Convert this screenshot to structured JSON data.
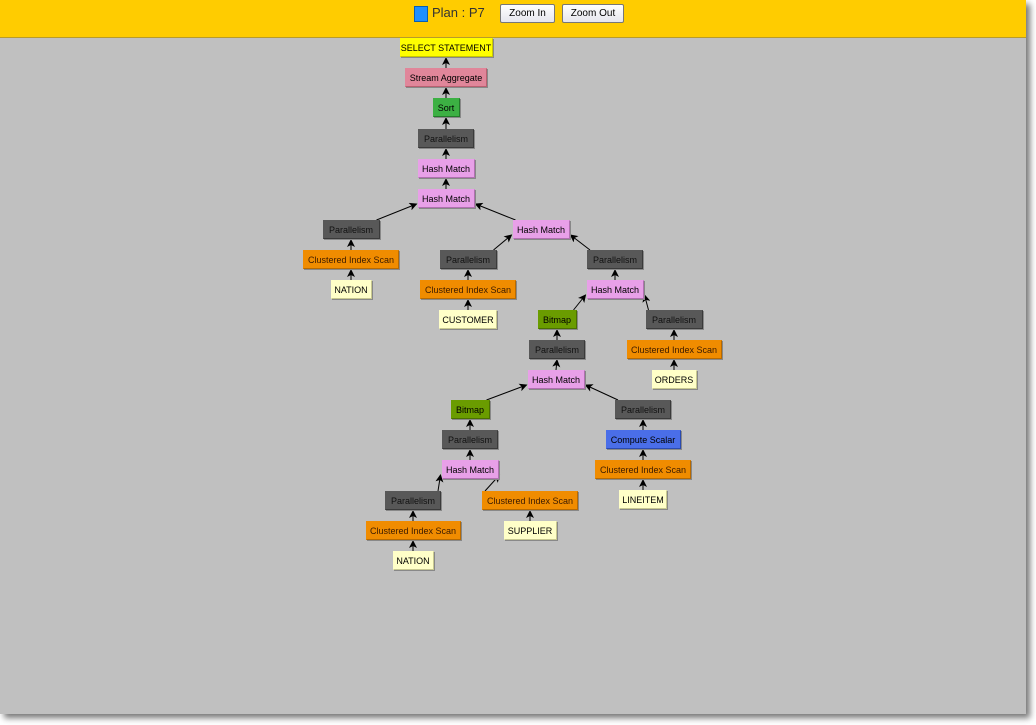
{
  "header": {
    "plan_label": "Plan : P7",
    "zoom_in_label": "Zoom In",
    "zoom_out_label": "Zoom Out"
  },
  "node_colors": {
    "select": {
      "bg": "#ffff00",
      "border": "#c8c800",
      "fg": "#000000"
    },
    "aggregate": {
      "bg": "#e0869a",
      "border": "#b86070",
      "fg": "#000000"
    },
    "sort": {
      "bg": "#3cb043",
      "border": "#237a2a",
      "fg": "#000000"
    },
    "parallelism": {
      "bg": "#585858",
      "border": "#3a3a3a",
      "fg": "#111111"
    },
    "hash": {
      "bg": "#e8a0e8",
      "border": "#b070b0",
      "fg": "#000000"
    },
    "scan": {
      "bg": "#f08c00",
      "border": "#b86a00",
      "fg": "#3a1a00"
    },
    "table": {
      "bg": "#ffffc8",
      "border": "#c8c890",
      "fg": "#000000"
    },
    "bitmap": {
      "bg": "#6a9c00",
      "border": "#4a7000",
      "fg": "#000000"
    },
    "compute": {
      "bg": "#4a6ee8",
      "border": "#2a4ab0",
      "fg": "#000000"
    }
  },
  "nodes": [
    {
      "label": "SELECT STATEMENT",
      "type": "select"
    },
    {
      "label": "Stream Aggregate",
      "type": "aggregate"
    },
    {
      "label": "Sort",
      "type": "sort"
    },
    {
      "label": "Parallelism",
      "type": "parallelism"
    },
    {
      "label": "Hash Match",
      "type": "hash"
    },
    {
      "label": "Hash Match",
      "type": "hash"
    },
    {
      "label": "Parallelism",
      "type": "parallelism"
    },
    {
      "label": "Hash Match",
      "type": "hash"
    },
    {
      "label": "Clustered Index Scan",
      "type": "scan"
    },
    {
      "label": "NATION",
      "type": "table"
    },
    {
      "label": "Parallelism",
      "type": "parallelism"
    },
    {
      "label": "Parallelism",
      "type": "parallelism"
    },
    {
      "label": "Clustered Index Scan",
      "type": "scan"
    },
    {
      "label": "CUSTOMER",
      "type": "table"
    },
    {
      "label": "Hash Match",
      "type": "hash"
    },
    {
      "label": "Bitmap",
      "type": "bitmap"
    },
    {
      "label": "Parallelism",
      "type": "parallelism"
    },
    {
      "label": "Parallelism",
      "type": "parallelism"
    },
    {
      "label": "Clustered Index Scan",
      "type": "scan"
    },
    {
      "label": "Hash Match",
      "type": "hash"
    },
    {
      "label": "ORDERS",
      "type": "table"
    },
    {
      "label": "Bitmap",
      "type": "bitmap"
    },
    {
      "label": "Parallelism",
      "type": "parallelism"
    },
    {
      "label": "Parallelism",
      "type": "parallelism"
    },
    {
      "label": "Compute Scalar",
      "type": "compute"
    },
    {
      "label": "Hash Match",
      "type": "hash"
    },
    {
      "label": "Clustered Index Scan",
      "type": "scan"
    },
    {
      "label": "Parallelism",
      "type": "parallelism"
    },
    {
      "label": "Clustered Index Scan",
      "type": "scan"
    },
    {
      "label": "LINEITEM",
      "type": "table"
    },
    {
      "label": "Clustered Index Scan",
      "type": "scan"
    },
    {
      "label": "SUPPLIER",
      "type": "table"
    },
    {
      "label": "NATION",
      "type": "table"
    }
  ],
  "edges": [
    [
      1,
      0
    ],
    [
      2,
      1
    ],
    [
      3,
      2
    ],
    [
      4,
      3
    ],
    [
      5,
      4
    ],
    [
      6,
      5
    ],
    [
      7,
      5
    ],
    [
      8,
      6
    ],
    [
      9,
      8
    ],
    [
      10,
      7
    ],
    [
      11,
      7
    ],
    [
      12,
      10
    ],
    [
      13,
      12
    ],
    [
      14,
      11
    ],
    [
      15,
      14
    ],
    [
      16,
      14
    ],
    [
      17,
      15
    ],
    [
      18,
      16
    ],
    [
      19,
      17
    ],
    [
      20,
      18
    ],
    [
      21,
      19
    ],
    [
      22,
      19
    ],
    [
      23,
      21
    ],
    [
      24,
      22
    ],
    [
      25,
      23
    ],
    [
      26,
      24
    ],
    [
      27,
      25
    ],
    [
      28,
      25
    ],
    [
      29,
      26
    ],
    [
      30,
      27
    ],
    [
      31,
      28
    ],
    [
      32,
      30
    ]
  ]
}
